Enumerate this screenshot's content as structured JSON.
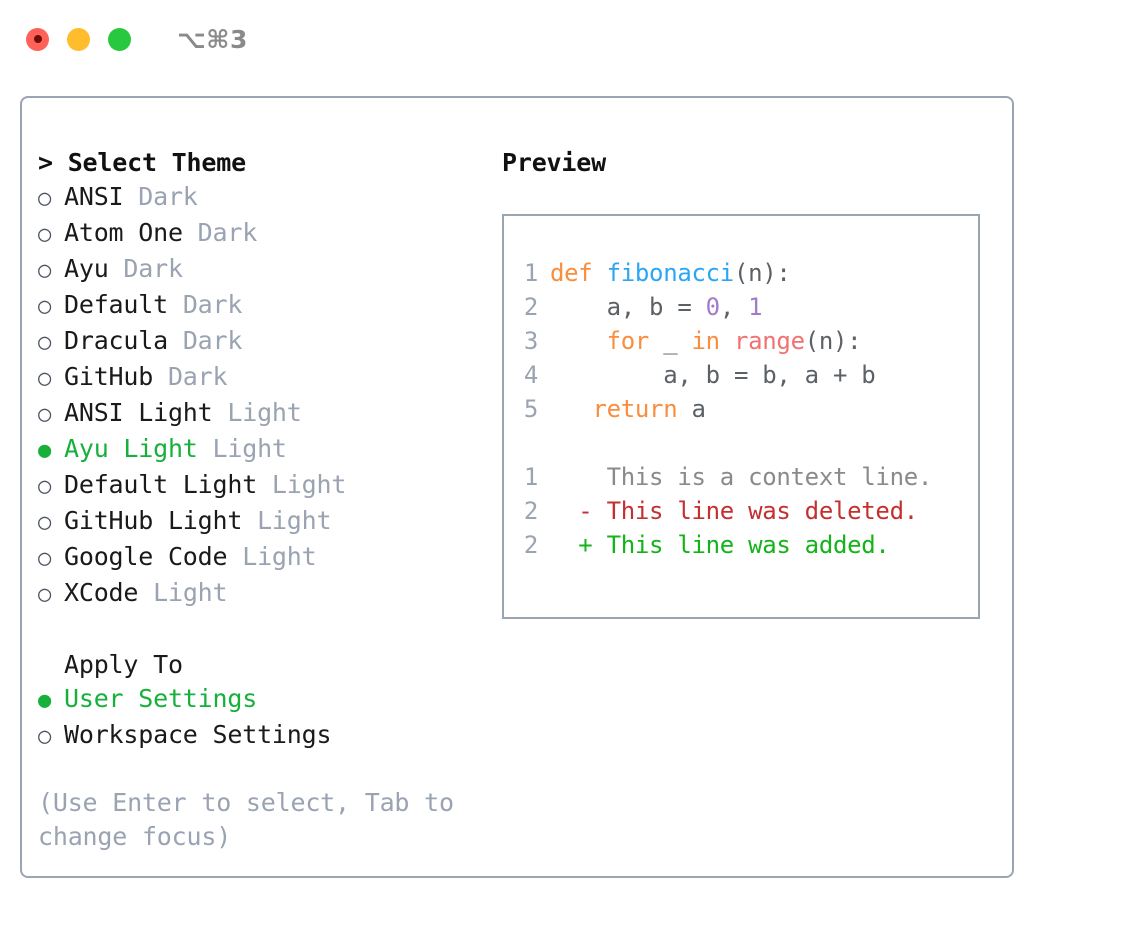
{
  "titlebar": {
    "shortcut": "⌥⌘3",
    "lights": [
      {
        "name": "close",
        "color": "#ff6058"
      },
      {
        "name": "minimize",
        "color": "#ffbd2e"
      },
      {
        "name": "maximize",
        "color": "#28c840"
      }
    ]
  },
  "theme_picker": {
    "heading": "> Select Theme",
    "selected_marker": "●",
    "unselected_marker": "○",
    "items": [
      {
        "label": "ANSI",
        "tag": "Dark",
        "selected": false
      },
      {
        "label": "Atom One",
        "tag": "Dark",
        "selected": false
      },
      {
        "label": "Ayu",
        "tag": "Dark",
        "selected": false
      },
      {
        "label": "Default",
        "tag": "Dark",
        "selected": false
      },
      {
        "label": "Dracula",
        "tag": "Dark",
        "selected": false
      },
      {
        "label": "GitHub",
        "tag": "Dark",
        "selected": false
      },
      {
        "label": "ANSI Light",
        "tag": "Light",
        "selected": false
      },
      {
        "label": "Ayu Light",
        "tag": "Light",
        "selected": true
      },
      {
        "label": "Default Light",
        "tag": "Light",
        "selected": false
      },
      {
        "label": "GitHub Light",
        "tag": "Light",
        "selected": false
      },
      {
        "label": "Google Code",
        "tag": "Light",
        "selected": false
      },
      {
        "label": "XCode",
        "tag": "Light",
        "selected": false
      }
    ]
  },
  "apply_to": {
    "heading": "Apply To",
    "items": [
      {
        "label": "User Settings",
        "selected": true
      },
      {
        "label": "Workspace Settings",
        "selected": false
      }
    ]
  },
  "hint": "(Use Enter to select, Tab to change focus)",
  "preview": {
    "heading": "Preview",
    "code": [
      {
        "lineno": "1",
        "tokens": [
          {
            "text": "def ",
            "kind": "kw"
          },
          {
            "text": "fibonacci",
            "kind": "fn"
          },
          {
            "text": "(n):",
            "kind": "plain"
          }
        ]
      },
      {
        "lineno": "2",
        "tokens": [
          {
            "text": "    a, b = ",
            "kind": "plain"
          },
          {
            "text": "0",
            "kind": "num"
          },
          {
            "text": ", ",
            "kind": "plain"
          },
          {
            "text": "1",
            "kind": "num"
          }
        ]
      },
      {
        "lineno": "3",
        "tokens": [
          {
            "text": "    ",
            "kind": "plain"
          },
          {
            "text": "for",
            "kind": "kw"
          },
          {
            "text": " _ ",
            "kind": "plain"
          },
          {
            "text": "in",
            "kind": "kw"
          },
          {
            "text": " ",
            "kind": "plain"
          },
          {
            "text": "range",
            "kind": "builtin"
          },
          {
            "text": "(n):",
            "kind": "plain"
          }
        ]
      },
      {
        "lineno": "4",
        "tokens": [
          {
            "text": "        a, b = b, a + b",
            "kind": "plain"
          }
        ]
      },
      {
        "lineno": "5",
        "tokens": [
          {
            "text": "   ",
            "kind": "plain"
          },
          {
            "text": "return",
            "kind": "kw"
          },
          {
            "text": " a",
            "kind": "plain"
          }
        ]
      }
    ],
    "diff": [
      {
        "lineno": "1",
        "sign": "  ",
        "text": "This is a context line.",
        "kind": "ctx"
      },
      {
        "lineno": "2",
        "sign": "- ",
        "text": "This line was deleted.",
        "kind": "del"
      },
      {
        "lineno": "2",
        "sign": "+ ",
        "text": "This line was added.",
        "kind": "add"
      }
    ]
  },
  "colors": {
    "accent_green": "#16b03a",
    "border": "#9aa5b4",
    "muted": "#9aa3b2",
    "keyword": "#fa8d3e",
    "function": "#2ba6f5",
    "number": "#a37acc",
    "builtin": "#f07171",
    "diff_deleted": "#c62f2f",
    "diff_added": "#15b31a"
  }
}
